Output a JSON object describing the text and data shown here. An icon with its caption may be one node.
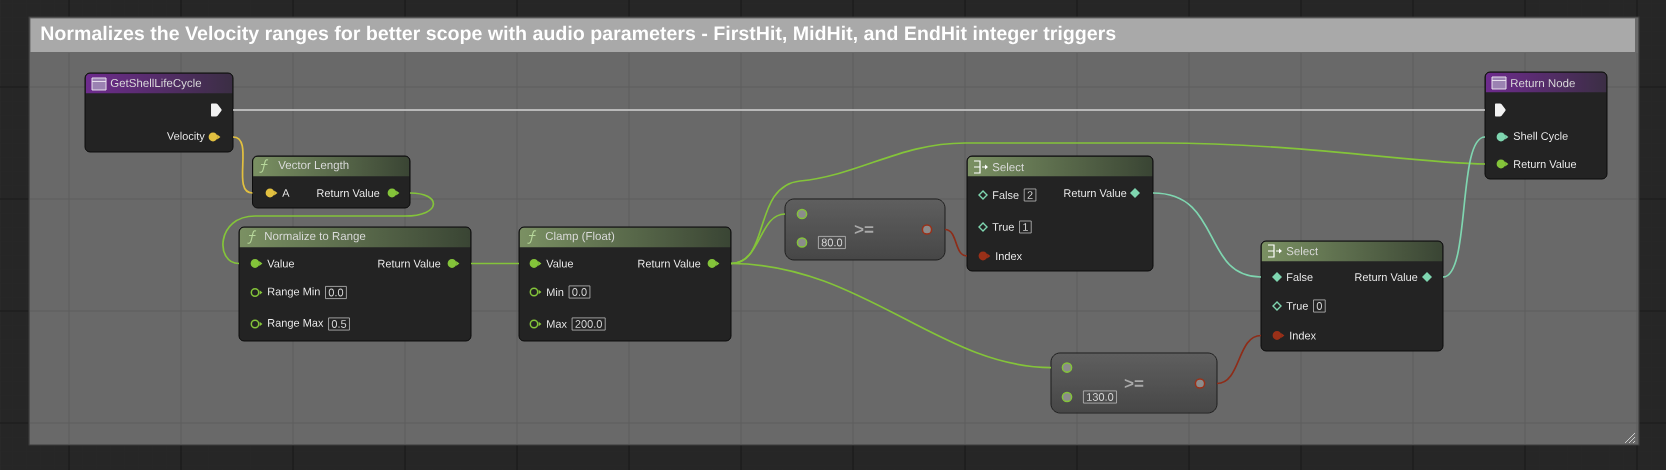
{
  "diagram": {
    "nodes": [
      {
        "text": [
          "Normalizes the Velocity ranges for better scope with audio parameters - FirstHit, MidHit, and EndHit integer triggers"
        ]
      },
      {
        "text": [
          "GetShellLifeCycle",
          "Velocity"
        ],
        "in": 0
      },
      {
        "text": [
          "Return Node",
          "Shell Cycle",
          "Return Value"
        ],
        "in": 0
      },
      {
        "text": [
          "Vector Length",
          "A",
          "Return Value"
        ],
        "in": 0
      },
      {
        "text": [
          "Select",
          "False",
          "2",
          "Return Value",
          "True",
          "1",
          "Index"
        ],
        "in": 0
      },
      {
        "text": [
          "Normalize to Range",
          "Value",
          "Return Value",
          "Range Min",
          "0.0",
          "Range Max",
          "0.5"
        ],
        "in": 0
      },
      {
        "text": [
          "Clamp (Float)",
          "Value",
          "Return Value",
          "Min",
          "0.0",
          "Max",
          "200.0"
        ],
        "in": 0
      },
      {
        "text": [
          ">=",
          "80.0"
        ],
        "in": 0
      },
      {
        "text": [
          "Select",
          "False",
          "Return Value",
          "True",
          "0",
          "Index"
        ],
        "in": 0
      },
      {
        "text": [
          ">=",
          "130.0"
        ],
        "in": 0
      }
    ],
    "edges": [
      {
        "from": 1,
        "to": 2,
        "arrow": "none",
        "color": "#d4d4d4"
      },
      {
        "from": 1,
        "to": 3,
        "arrow": "none",
        "color": "#e2c040"
      },
      {
        "from": 3,
        "to": 5,
        "arrow": "none"
      },
      {
        "from": 5,
        "to": 6,
        "arrow": "none"
      },
      {
        "from": 6,
        "to": 7,
        "arrow": "none"
      },
      {
        "from": 6,
        "to": 2,
        "arrow": "none"
      },
      {
        "from": 6,
        "to": 9,
        "arrow": "none"
      },
      {
        "from": 7,
        "to": 4,
        "arrow": "none",
        "color": "#8e2c18"
      },
      {
        "from": 9,
        "to": 8,
        "arrow": "none",
        "color": "#8e2c18"
      },
      {
        "from": 4,
        "to": 8,
        "arrow": "none",
        "color": "#7fd6b0"
      },
      {
        "from": 8,
        "to": 2,
        "arrow": "none",
        "color": "#7fd6b0"
      }
    ]
  }
}
